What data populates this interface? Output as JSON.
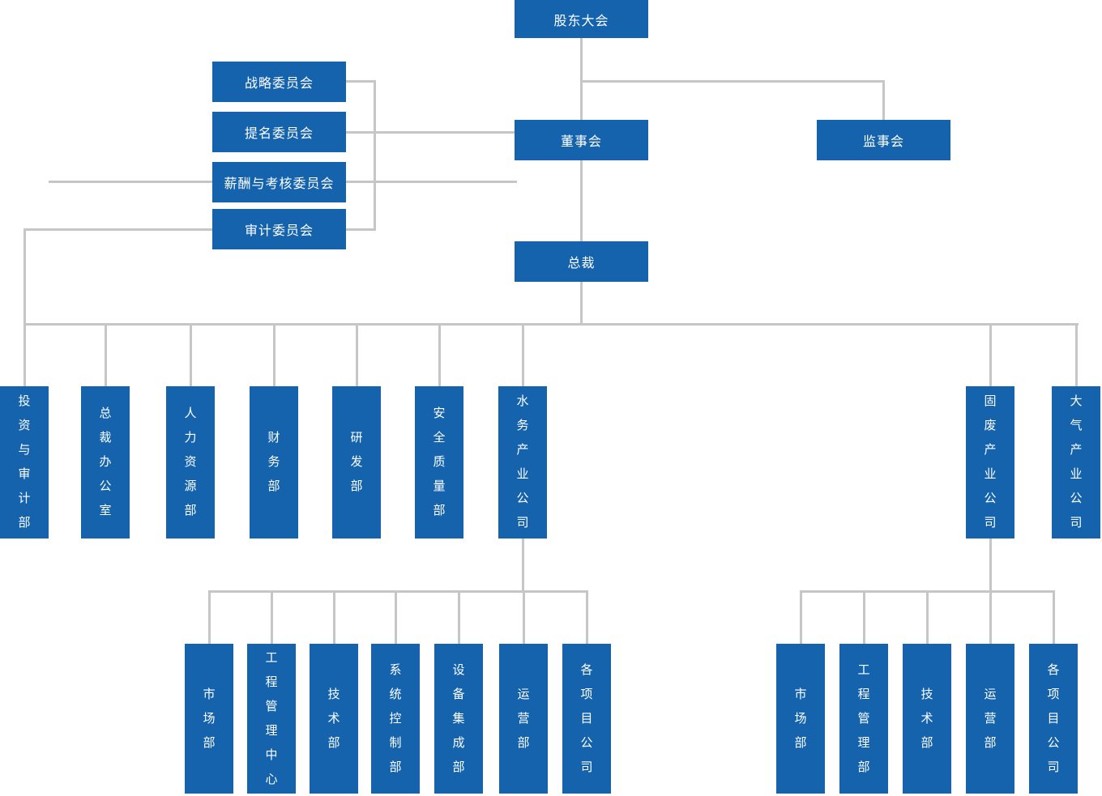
{
  "org": {
    "shareholders": "股东大会",
    "board": "董事会",
    "supervisory": "监事会",
    "president": "总裁",
    "committees": [
      "战略委员会",
      "提名委员会",
      "薪酬与考核委员会",
      "审计委员会"
    ],
    "departments": [
      "投资与审计部",
      "总裁办公室",
      "人力资源部",
      "财务部",
      "研发部",
      "安全质量部",
      "水务产业公司",
      "固废产业公司",
      "大气产业公司"
    ],
    "water_company_children": [
      "市场部",
      "工程管理中心",
      "技术部",
      "系统控制部",
      "设备集成部",
      "运营部",
      "各项目公司"
    ],
    "solid_waste_company_children": [
      "市场部",
      "工程管理部",
      "技术部",
      "运营部",
      "各项目公司"
    ]
  },
  "colors": {
    "node_fill": "#1463ac",
    "node_text": "#ffffff",
    "connector": "#c6c6c6"
  }
}
